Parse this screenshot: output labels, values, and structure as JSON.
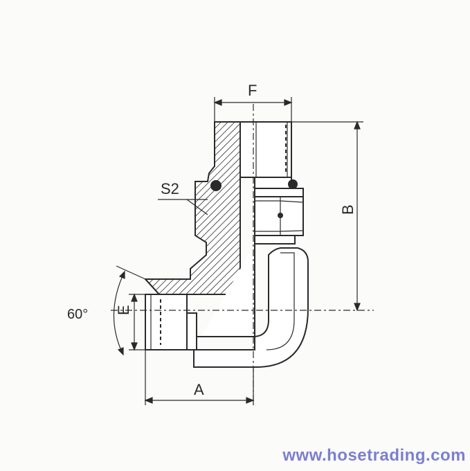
{
  "labels": {
    "f": "F",
    "b": "B",
    "s2": "S2",
    "e": "E",
    "a": "A",
    "angle": "60°"
  },
  "watermark": "www.hosetrading.com",
  "colors": {
    "line": "#2a2a2a",
    "watermark": "#7b7fcf",
    "background": "#fbfbfa"
  }
}
